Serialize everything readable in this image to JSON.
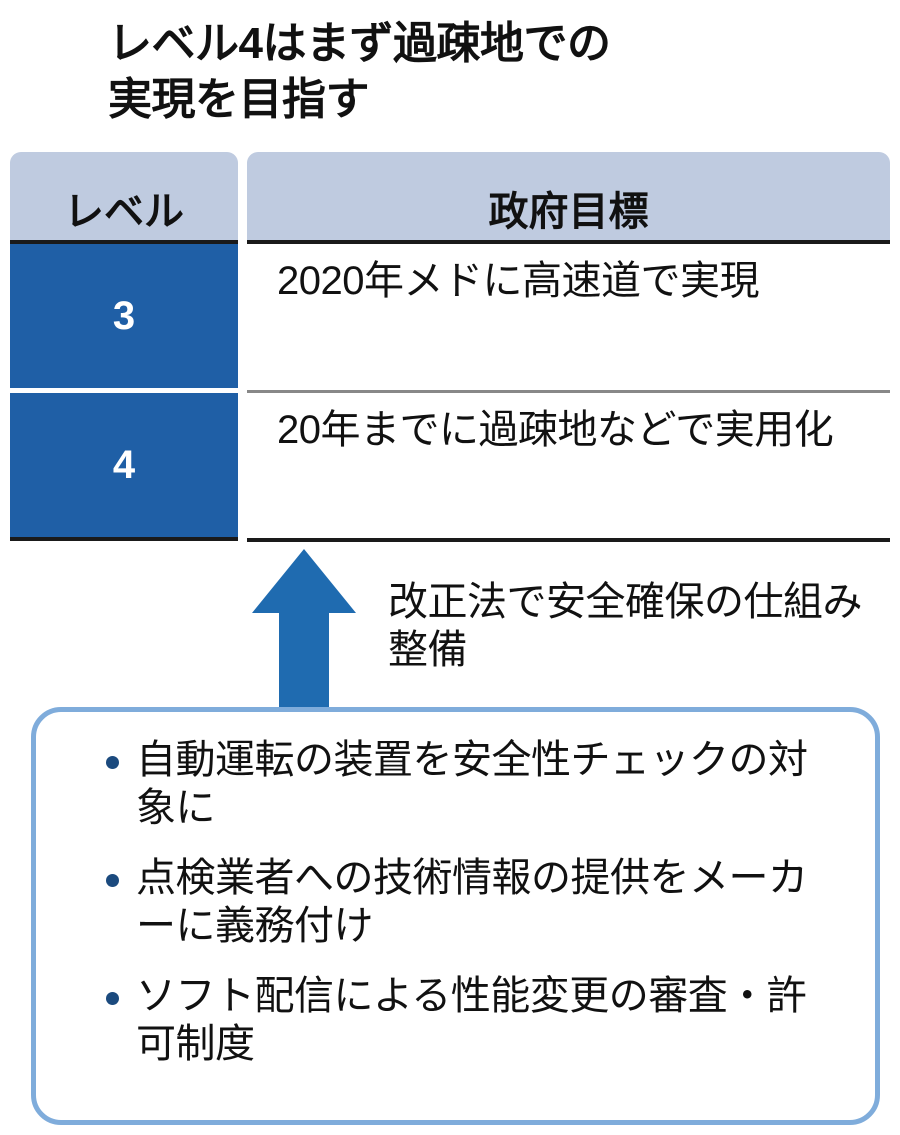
{
  "title": "レベル4はまず過疎地での\n実現を目指す",
  "table": {
    "headers": {
      "level": "レベル",
      "goal": "政府目標"
    },
    "rows": [
      {
        "level": "3",
        "goal": "2020年メドに高速道で実現"
      },
      {
        "level": "4",
        "goal": "20年までに過疎地などで実用化"
      }
    ]
  },
  "arrow": {
    "icon": "up-arrow-icon",
    "caption": "改正法で安全確保の仕組み整備",
    "color": "#1f6bb0"
  },
  "bullet_box": {
    "border_color": "#7facdb",
    "bullet_color": "#1b4a7e",
    "items": [
      "自動運転の装置を安全性チェックの対象に",
      "点検業者への技術情報の提供をメーカーに義務付け",
      "ソフト配信による性能変更の審査・許可制度"
    ]
  },
  "colors": {
    "header_fill": "#bfcbe0",
    "level_fill": "#1f5fa6",
    "text": "#111111",
    "rule_dark": "#1a1a1a",
    "rule_light": "#888888"
  }
}
